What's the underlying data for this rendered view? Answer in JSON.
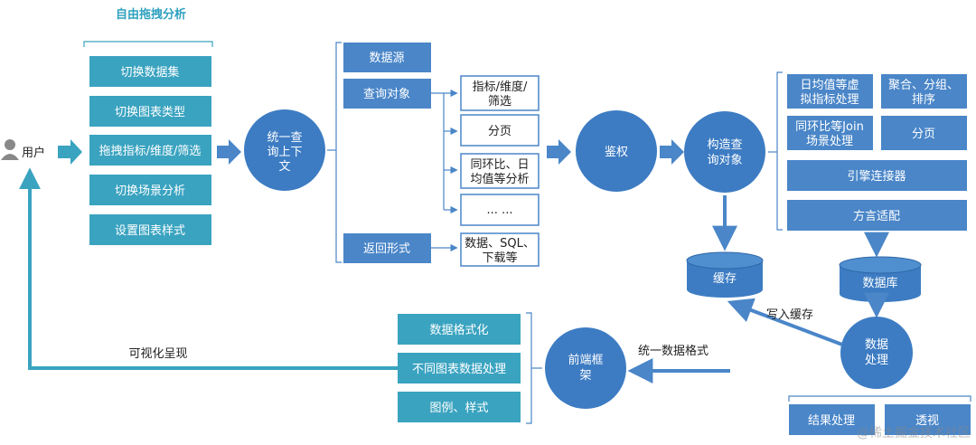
{
  "user_label": "用户",
  "free_drag": {
    "title": "自由拖拽分析",
    "items": [
      "切换数据集",
      "切换图表类型",
      "拖拽指标/维度/筛选",
      "切换场景分析",
      "设置图表样式"
    ]
  },
  "unified_context": [
    "统一查",
    "询上下",
    "文"
  ],
  "query_parts": {
    "datasource": "数据源",
    "query_object": "查询对象",
    "return_form": "返回形式",
    "query_sub": [
      [
        "指标/维度/",
        "筛选"
      ],
      [
        "分页"
      ],
      [
        "同环比、日",
        "均值等分析"
      ],
      [
        "... ..."
      ]
    ],
    "return_sub": [
      "数据、SQL、",
      "下载等"
    ]
  },
  "auth": "鉴权",
  "build_query": [
    "构造查",
    "询对象"
  ],
  "engine": {
    "daily_avg": [
      "日均值等虚",
      "拟指标处理"
    ],
    "aggregate": [
      "聚合、分组、",
      "排序"
    ],
    "yoy_join": [
      "同环比等Join",
      "场景处理"
    ],
    "paging": "分页",
    "connector": "引擎连接器",
    "dialect": "方言适配"
  },
  "cache": "缓存",
  "database": "数据库",
  "write_cache": "写入缓存",
  "data_processing": [
    "数据",
    "处理"
  ],
  "result_processing": "结果处理",
  "pivot": "透视",
  "unified_format": "统一数据格式",
  "frontend": [
    "前端框",
    "架"
  ],
  "frontend_items": [
    "数据格式化",
    "不同图表数据处理",
    "图例、样式"
  ],
  "visualize": "可视化呈现",
  "watermark": "@稀土掘金技术社区"
}
